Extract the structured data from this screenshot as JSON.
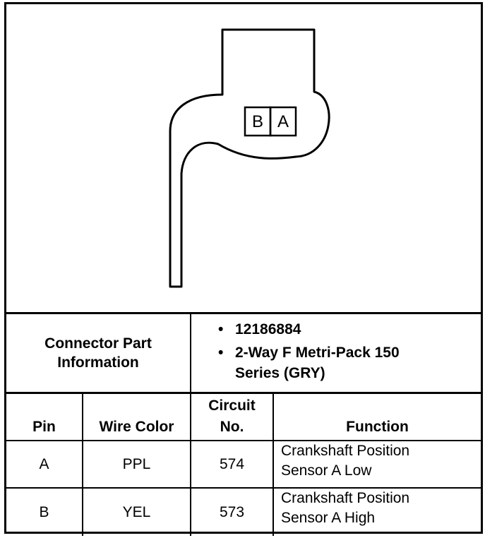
{
  "connector": {
    "cavity_labels": [
      "B",
      "A"
    ]
  },
  "part_info": {
    "label": "Connector Part Information",
    "items": [
      "12186884",
      "2-Way F Metri-Pack 150 Series (GRY)"
    ],
    "bullet": "•"
  },
  "table": {
    "headers": {
      "pin": "Pin",
      "wire_color": "Wire Color",
      "circuit_line1": "Circuit",
      "circuit_line2": "No.",
      "function": "Function"
    },
    "rows": [
      {
        "pin": "A",
        "wire_color": "PPL",
        "circuit": "574",
        "function_line1": "Crankshaft Position",
        "function_line2": "Sensor A Low"
      },
      {
        "pin": "B",
        "wire_color": "YEL",
        "circuit": "573",
        "function_line1": "Crankshaft Position",
        "function_line2": "Sensor A High"
      }
    ]
  }
}
